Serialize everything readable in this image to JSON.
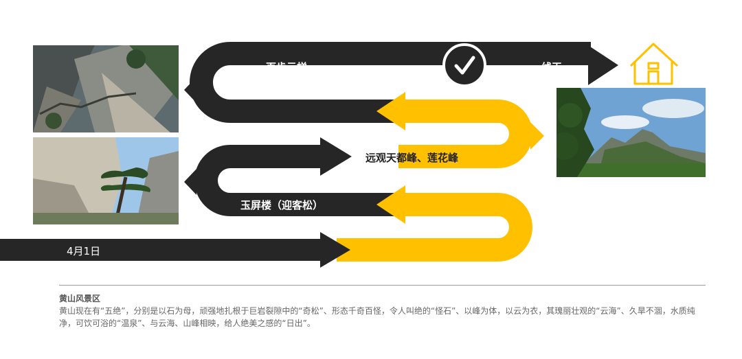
{
  "colors": {
    "dark": "#262626",
    "accent": "#FFC000",
    "text_light": "#ffffff",
    "text_dark": "#222222"
  },
  "route": {
    "start_label": "4月1日",
    "stop2_label": "玉屏楼（迎客松）",
    "stop3_label": "远观天都峰、莲花峰",
    "stop4_label": "百步云梯",
    "stop5_label": "一线天",
    "check_icon": "checkmark-icon",
    "destination_icon": "house-icon"
  },
  "photos": [
    {
      "name": "photo-cliff-stairs",
      "icon": "mountain-stairs-photo"
    },
    {
      "name": "photo-welcoming-pine",
      "icon": "pine-rock-photo"
    },
    {
      "name": "photo-mountain-landscape",
      "icon": "mountain-landscape-photo"
    }
  ],
  "description": {
    "title": "黄山风景区",
    "body": "黄山现在有“五绝”，分别是以石为母，顽强地扎根于巨岩裂隙中的“奇松”、形态千奇百怪，令人叫绝的“怪石”、以峰为体，以云为衣，其瑰丽壮观的“云海”、久旱不涸，水质纯净，可饮可浴的“温泉”、与云海、山峰相映，给人绝美之感的“日出”。"
  }
}
